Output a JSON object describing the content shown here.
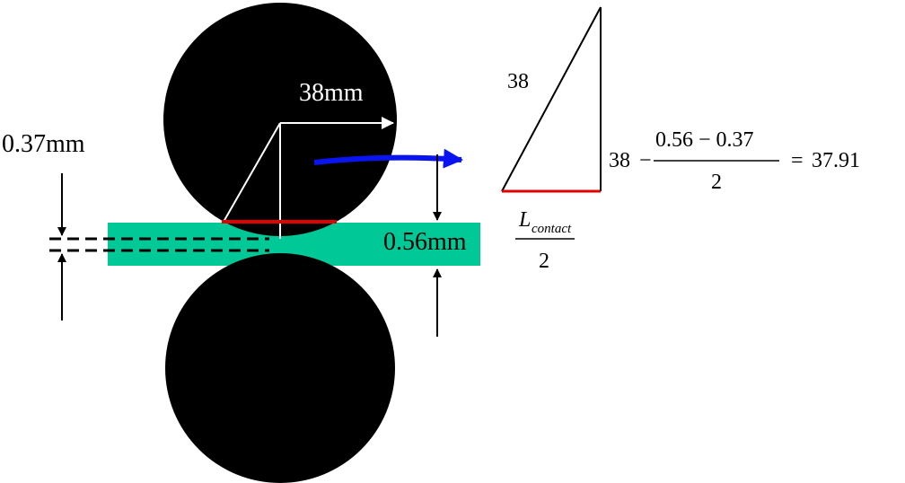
{
  "labels": {
    "radius": "38mm",
    "exit_thickness": "0.37mm",
    "entry_thickness": "0.56mm",
    "triangle_hyp": "38"
  },
  "contact_fraction": {
    "numerator_main": "L",
    "numerator_sub": "contact",
    "denominator": "2"
  },
  "equation": {
    "lead": "38",
    "minus": "−",
    "numerator": "0.56 − 0.37",
    "denominator": "2",
    "equals": "=",
    "result": "37.91"
  },
  "colors": {
    "roller": "#000000",
    "strip": "#00c896",
    "contact": "#e00000",
    "flow_arrow": "#0a14f0",
    "line": "#000000",
    "inner_line": "#ffffff"
  }
}
